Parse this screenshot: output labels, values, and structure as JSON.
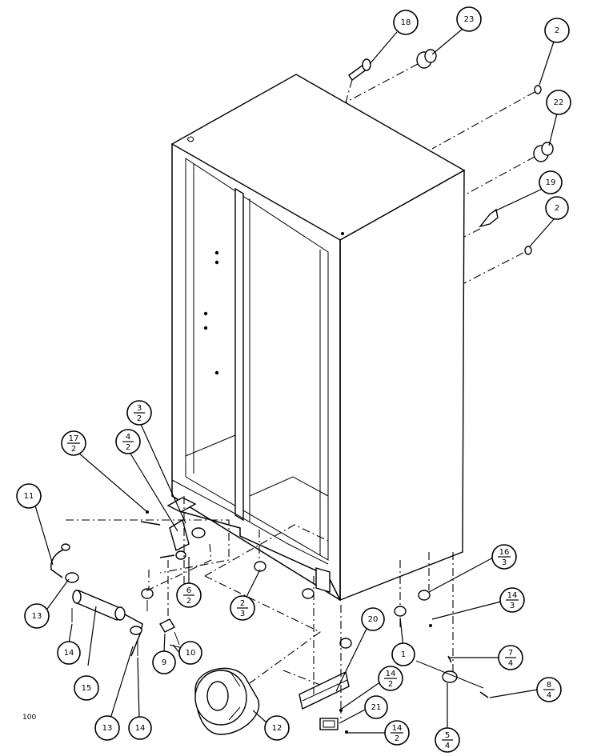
{
  "figure": {
    "page_number": "100"
  },
  "callouts": [
    {
      "id": "c18",
      "label": "18"
    },
    {
      "id": "c23",
      "label": "23"
    },
    {
      "id": "c2a",
      "label": "2"
    },
    {
      "id": "c22",
      "label": "22"
    },
    {
      "id": "c19",
      "label": "19"
    },
    {
      "id": "c2b",
      "label": "2"
    },
    {
      "id": "c3-2",
      "top": "3",
      "bottom": "2"
    },
    {
      "id": "c4-2",
      "top": "4",
      "bottom": "2"
    },
    {
      "id": "c17-2",
      "top": "17",
      "bottom": "2"
    },
    {
      "id": "c11",
      "label": "11"
    },
    {
      "id": "c6-2",
      "top": "6",
      "bottom": "2"
    },
    {
      "id": "c2-3",
      "top": "2",
      "bottom": "3"
    },
    {
      "id": "c16-3",
      "top": "16",
      "bottom": "3"
    },
    {
      "id": "c14-3",
      "top": "14",
      "bottom": "3"
    },
    {
      "id": "c7-4",
      "top": "7",
      "bottom": "4"
    },
    {
      "id": "c8-4",
      "top": "8",
      "bottom": "4"
    },
    {
      "id": "c5-4",
      "top": "5",
      "bottom": "4"
    },
    {
      "id": "c13a",
      "label": "13"
    },
    {
      "id": "c14a",
      "label": "14"
    },
    {
      "id": "c15",
      "label": "15"
    },
    {
      "id": "c13b",
      "label": "13"
    },
    {
      "id": "c14b",
      "label": "14"
    },
    {
      "id": "c9",
      "label": "9"
    },
    {
      "id": "c10",
      "label": "10"
    },
    {
      "id": "c12",
      "label": "12"
    },
    {
      "id": "c20",
      "label": "20"
    },
    {
      "id": "c14-2a",
      "top": "14",
      "bottom": "2"
    },
    {
      "id": "c21",
      "label": "21"
    },
    {
      "id": "c14-2b",
      "top": "14",
      "bottom": "2"
    },
    {
      "id": "c1",
      "label": "1"
    }
  ]
}
